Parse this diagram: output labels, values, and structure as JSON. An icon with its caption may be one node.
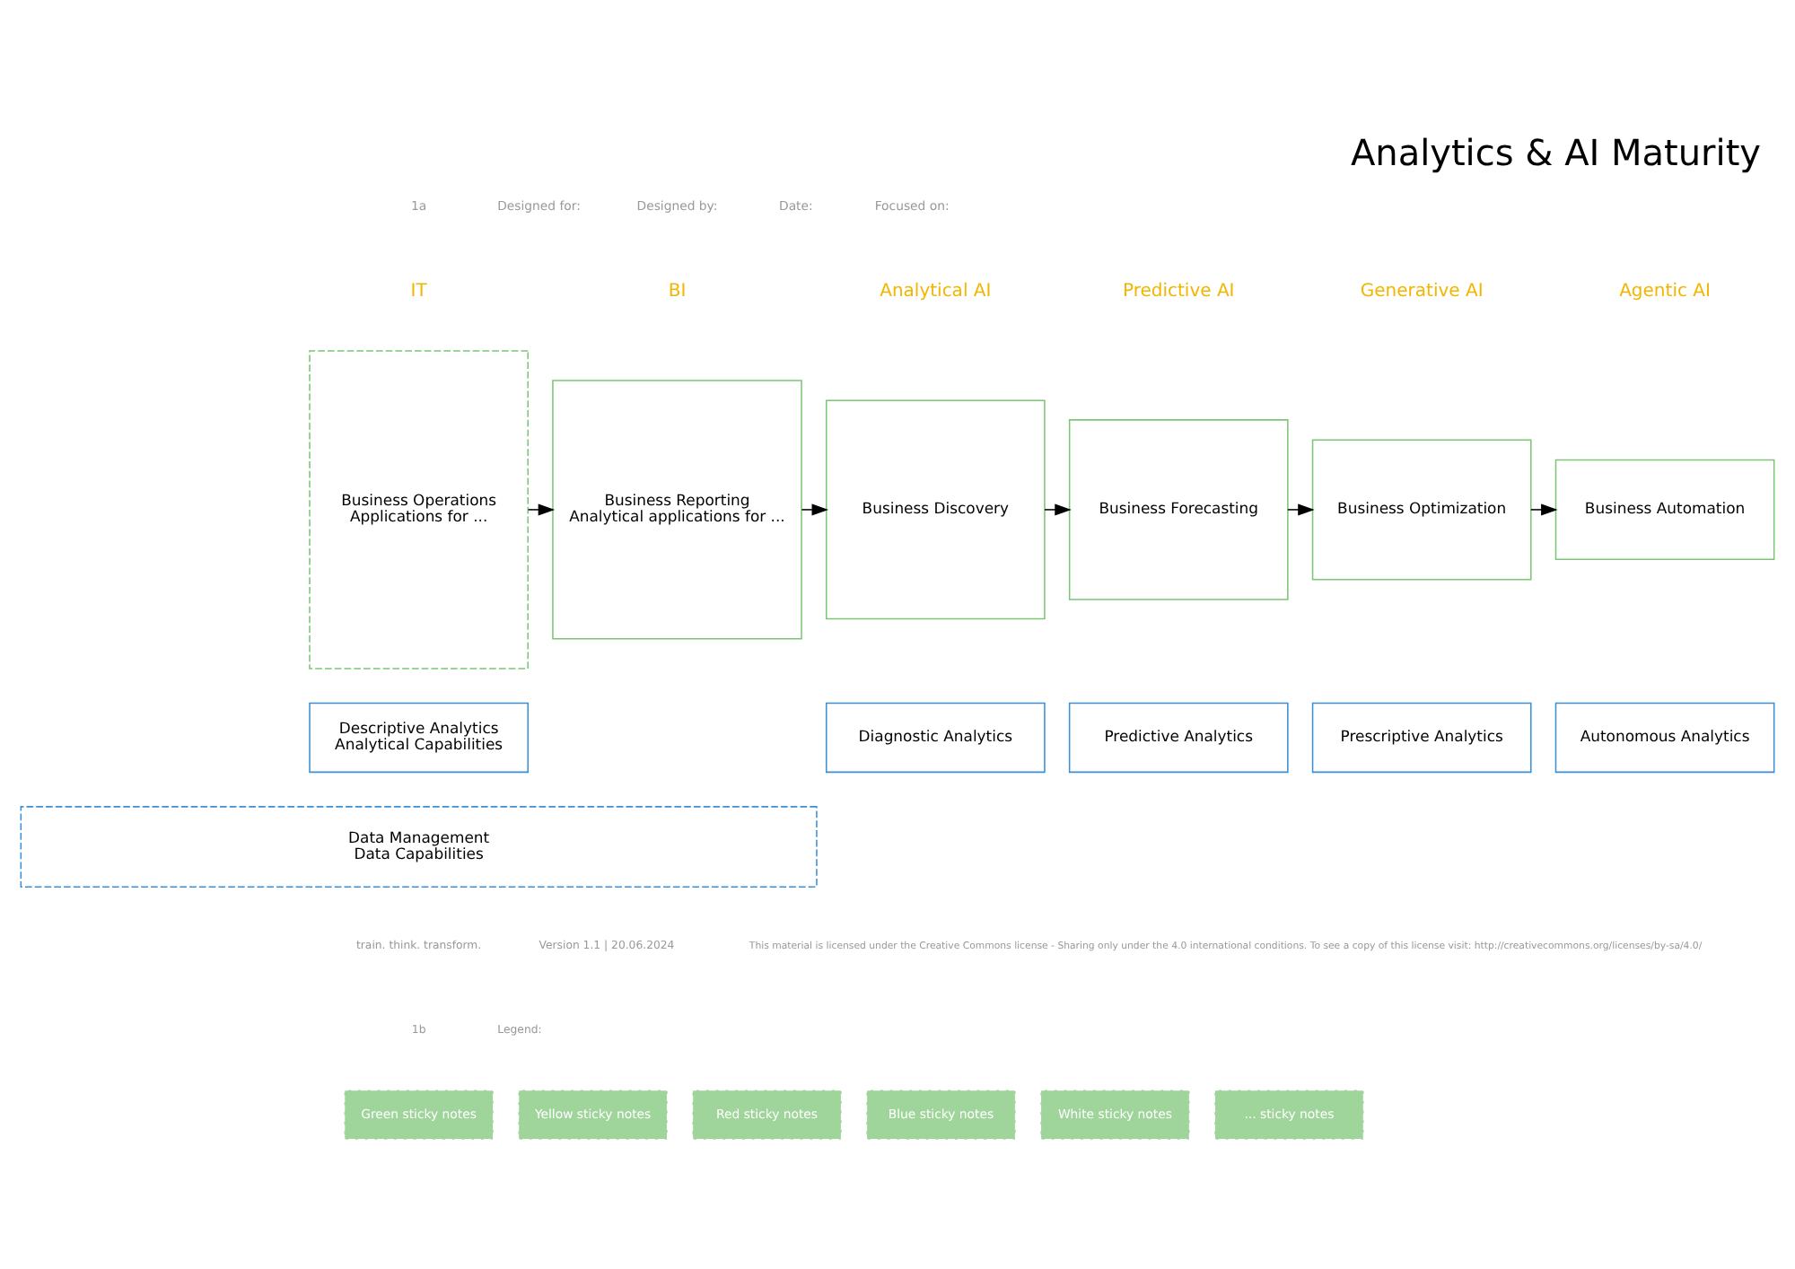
{
  "diagram": {
    "title": "Analytics & AI Maturity",
    "nodes": [
      {
        "text": [
          "Business Operations",
          "Applications for ..."
        ]
      },
      {
        "text": [
          "Business Reporting",
          "Analytical applications for ..."
        ]
      },
      {
        "text": [
          "Business Discovery"
        ]
      },
      {
        "text": [
          "Business Forecasting"
        ]
      },
      {
        "text": [
          "Business Optimization"
        ]
      },
      {
        "text": [
          "Business Automation"
        ]
      },
      {
        "text": [
          "Autonomous Analytics"
        ]
      },
      {
        "text": [
          "Prescriptive Analytics"
        ]
      },
      {
        "text": [
          "Predictive Analytics"
        ]
      },
      {
        "text": [
          "Diagnostic Analytics"
        ]
      },
      {
        "text": [
          "Descriptive Analytics",
          "Analytical Capabilities"
        ]
      },
      {
        "text": [
          "Data Management",
          "Data Capabilities"
        ]
      }
    ],
    "edges": [
      {
        "from": 0,
        "to": 1,
        "arrow": "to"
      },
      {
        "from": 1,
        "to": 2,
        "arrow": "to"
      },
      {
        "from": 2,
        "to": 3,
        "arrow": "to"
      },
      {
        "from": 3,
        "to": 4,
        "arrow": "to"
      },
      {
        "from": 4,
        "to": 5,
        "arrow": "to"
      }
    ],
    "labels": [
      "1a",
      "Designed for:",
      "Designed by:",
      "Date:",
      "Focused on:",
      "IT",
      "BI",
      "Analytical AI",
      "Predictive AI",
      "Generative AI",
      "Agentic AI",
      "train. think. transform.",
      "Version 1.1 | 20.06.2024",
      "This material is licensed under the Creative Commons license - Sharing only under the 4.0 international conditions. To see a copy of this license visit: http://creativecommons.org/licenses/by-sa/4.0/",
      "1b",
      "Legend:"
    ],
    "legend": [
      {
        "text": "Green sticky notes",
        "color": "#9fd49a"
      },
      {
        "text": "Yellow sticky notes",
        "color": "#9fd49a"
      },
      {
        "text": "Red sticky notes",
        "color": "#9fd49a"
      },
      {
        "text": "Blue sticky notes",
        "color": "#9fd49a"
      },
      {
        "text": "White sticky notes",
        "color": "#9fd49a"
      },
      {
        "text": "... sticky notes",
        "color": "#9fd49a"
      }
    ]
  }
}
